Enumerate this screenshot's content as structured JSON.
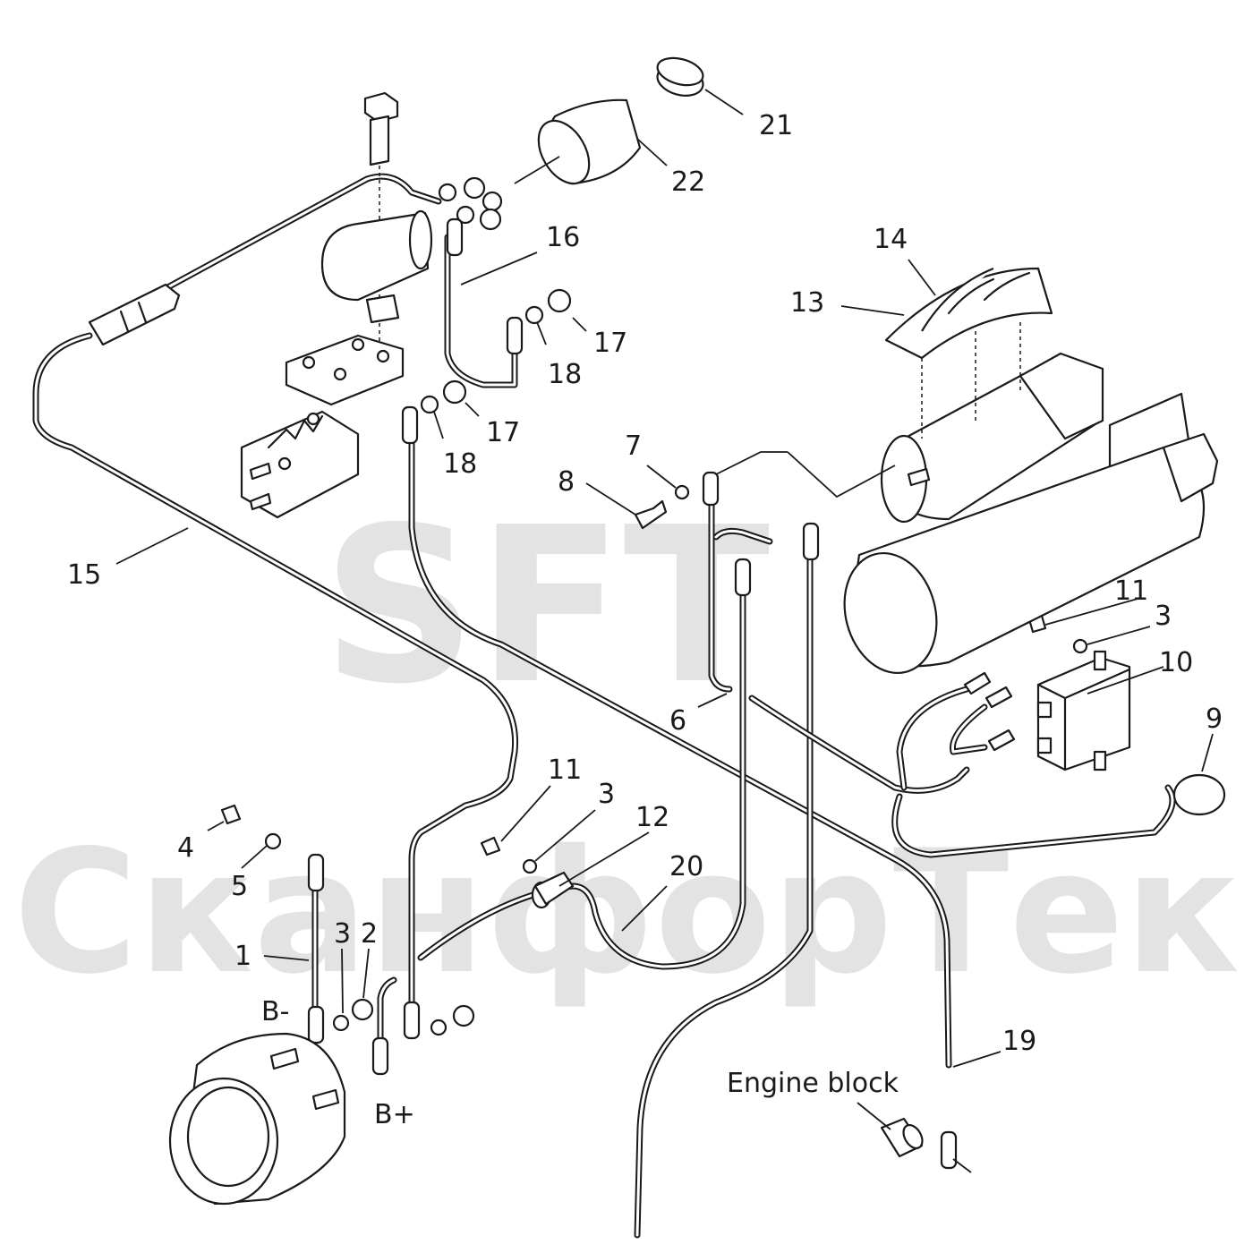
{
  "watermark": {
    "brand": "SFT",
    "company": "СканфорТек"
  },
  "labels": {
    "b_minus": "B-",
    "b_plus": "B+",
    "engine_block": "Engine block"
  },
  "callouts": [
    "1",
    "2",
    "3",
    "3",
    "3",
    "4",
    "5",
    "6",
    "7",
    "8",
    "9",
    "10",
    "11",
    "11",
    "12",
    "13",
    "14",
    "15",
    "16",
    "17",
    "17",
    "18",
    "18",
    "19",
    "20",
    "21",
    "22"
  ]
}
